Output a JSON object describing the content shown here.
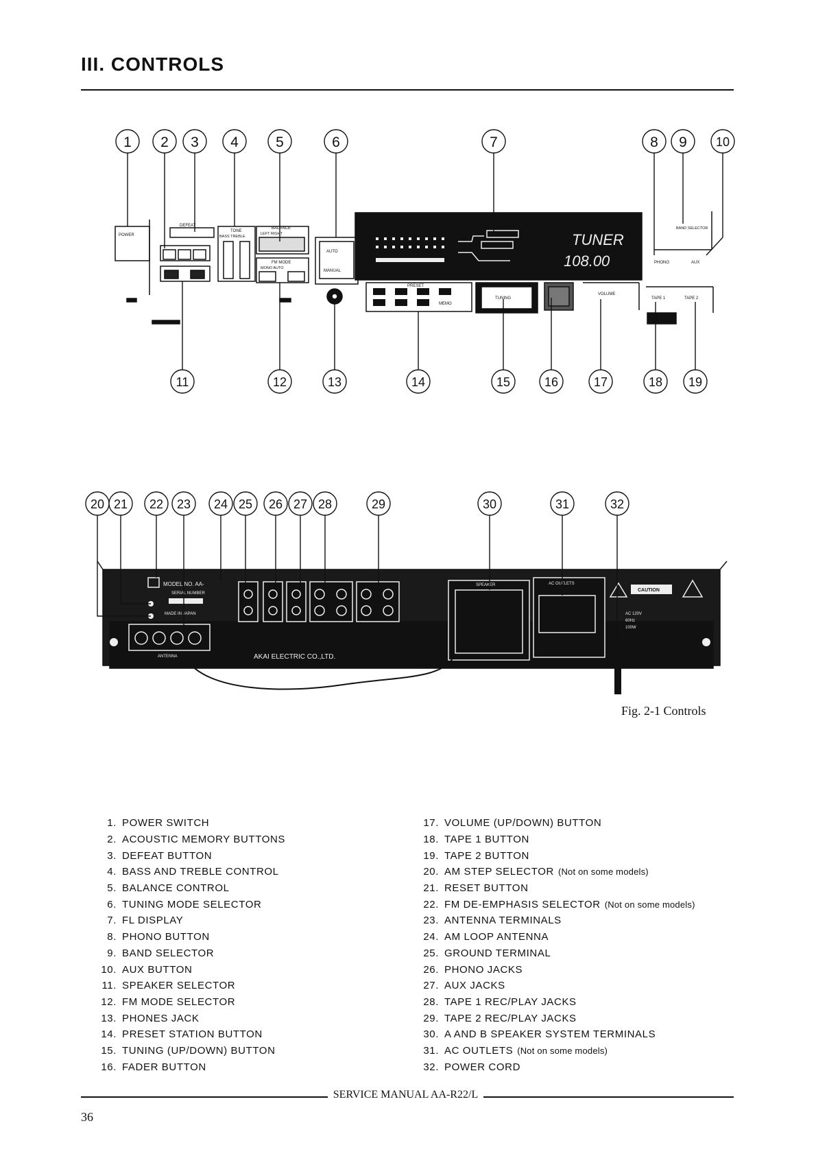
{
  "header": {
    "title": "III. CONTROLS"
  },
  "front_panel": {
    "labels": {
      "power": "POWER",
      "defeat": "DEFEAT",
      "tone": "TONE",
      "bass_treble": "BASS   TREBLE",
      "balance": "BALANCE",
      "left_right": "LEFT    RIGHT",
      "fm_mode": "FM MODE",
      "mono_auto": "MONO    AUTO",
      "auto": "AUTO",
      "manual": "MANUAL",
      "preset": "PRESET",
      "memo": "MEMO",
      "tuner": "TUNER",
      "frequency": "108.00",
      "tuning": "TUNING",
      "volume": "VOLUME",
      "band_selector": "BAND SELECTOR",
      "phono": "PHONO",
      "aux": "AUX",
      "tape1": "TAPE 1",
      "tape2": "TAPE 2"
    }
  },
  "rear_panel": {
    "labels": {
      "model_no": "MODEL NO. AA-",
      "serial_number": "SERIAL NUMBER",
      "made_in_japan": "MADE IN JAPAN",
      "antenna": "ANTENNA",
      "speaker": "SPEAKER",
      "ac_outlets": "AC OUTLETS",
      "caution": "CAUTION",
      "manufacturer": "AKAI ELECTRIC CO.,LTD.",
      "rating_voltage": "AC 120V",
      "rating_freq": "60Hz",
      "rating_watt": "100W"
    }
  },
  "callouts_top": [
    "1",
    "2",
    "3",
    "4",
    "5",
    "6",
    "7",
    "8",
    "9",
    "10"
  ],
  "callouts_bottom": [
    "11",
    "12",
    "13",
    "14",
    "15",
    "16",
    "17",
    "18",
    "19"
  ],
  "callouts_rear": [
    "20",
    "21",
    "22",
    "23",
    "24",
    "25",
    "26",
    "27",
    "28",
    "29",
    "30",
    "31",
    "32"
  ],
  "figure": {
    "caption": "Fig. 2-1  Controls"
  },
  "legend": {
    "left": [
      {
        "num": "1.",
        "text": "POWER SWITCH"
      },
      {
        "num": "2.",
        "text": "ACOUSTIC MEMORY BUTTONS"
      },
      {
        "num": "3.",
        "text": "DEFEAT BUTTON"
      },
      {
        "num": "4.",
        "text": "BASS AND TREBLE CONTROL"
      },
      {
        "num": "5.",
        "text": "BALANCE CONTROL"
      },
      {
        "num": "6.",
        "text": "TUNING MODE SELECTOR"
      },
      {
        "num": "7.",
        "text": "FL DISPLAY"
      },
      {
        "num": "8.",
        "text": "PHONO BUTTON"
      },
      {
        "num": "9.",
        "text": "BAND SELECTOR"
      },
      {
        "num": "10.",
        "text": "AUX BUTTON"
      },
      {
        "num": "11.",
        "text": "SPEAKER SELECTOR"
      },
      {
        "num": "12.",
        "text": "FM MODE SELECTOR"
      },
      {
        "num": "13.",
        "text": "PHONES JACK"
      },
      {
        "num": "14.",
        "text": "PRESET STATION BUTTON"
      },
      {
        "num": "15.",
        "text": "TUNING (UP/DOWN) BUTTON"
      },
      {
        "num": "16.",
        "text": "FADER BUTTON"
      }
    ],
    "right": [
      {
        "num": "17.",
        "text": "VOLUME (UP/DOWN) BUTTON",
        "note": ""
      },
      {
        "num": "18.",
        "text": "TAPE 1 BUTTON",
        "note": ""
      },
      {
        "num": "19.",
        "text": "TAPE 2 BUTTON",
        "note": ""
      },
      {
        "num": "20.",
        "text": "AM STEP SELECTOR",
        "note": "(Not on some models)"
      },
      {
        "num": "21.",
        "text": "RESET BUTTON",
        "note": ""
      },
      {
        "num": "22.",
        "text": "FM DE-EMPHASIS SELECTOR",
        "note": "(Not on some models)"
      },
      {
        "num": "23.",
        "text": "ANTENNA TERMINALS",
        "note": ""
      },
      {
        "num": "24.",
        "text": "AM LOOP ANTENNA",
        "note": ""
      },
      {
        "num": "25.",
        "text": "GROUND TERMINAL",
        "note": ""
      },
      {
        "num": "26.",
        "text": "PHONO JACKS",
        "note": ""
      },
      {
        "num": "27.",
        "text": "AUX JACKS",
        "note": ""
      },
      {
        "num": "28.",
        "text": "TAPE 1 REC/PLAY JACKS",
        "note": ""
      },
      {
        "num": "29.",
        "text": "TAPE 2 REC/PLAY JACKS",
        "note": ""
      },
      {
        "num": "30.",
        "text": "A AND B SPEAKER SYSTEM TERMINALS",
        "note": ""
      },
      {
        "num": "31.",
        "text": "AC OUTLETS",
        "note": "(Not on some models)"
      },
      {
        "num": "32.",
        "text": "POWER CORD",
        "note": ""
      }
    ]
  },
  "footer": {
    "text": "SERVICE MANUAL AA-R22/L",
    "page_number": "36"
  }
}
